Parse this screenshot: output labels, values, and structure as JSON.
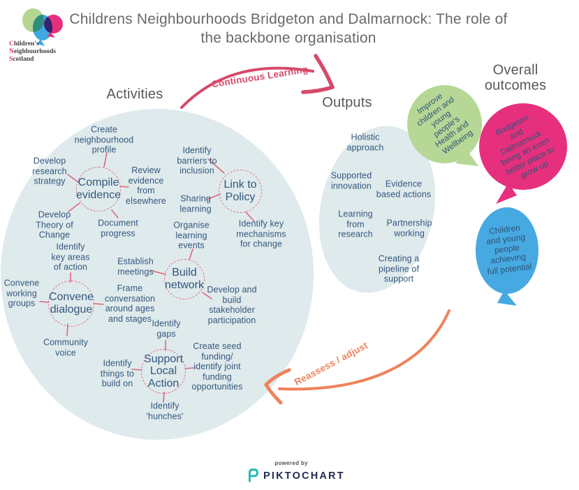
{
  "colors": {
    "zone_fill": "#dfeaec",
    "text_navy": "#33567e",
    "connector_pink": "#dd6580",
    "arrow_crimson": "#d7496a",
    "arrow_orange": "#f0825a",
    "heading_gray": "#57585c",
    "balloon_green": "#b6d795",
    "balloon_magenta": "#e6307e",
    "balloon_blue": "#47a9e1",
    "piktochart_teal": "#20b9b5",
    "piktochart_navy": "#232a50"
  },
  "logo": {
    "l1_first": "C",
    "l1_rest": "hildren's",
    "l2_first": "N",
    "l2_rest": "eighbourhoods",
    "l3_first": "S",
    "l3_rest": "cotland"
  },
  "title": "Childrens Neighbourhoods Bridgeton and Dalmarnock: The role of\nthe backbone organisation",
  "headings": {
    "activities": "Activities",
    "outputs": "Outputs",
    "overall_outcomes": "Overall\noutcomes"
  },
  "arrows": {
    "continuous_learning": "Continuous Learning",
    "reassess_adjust": "Reassess / adjust"
  },
  "activities": {
    "compile_evidence": {
      "hub": "Compile\nevidence",
      "create_profile": "Create\nneighbourhood\nprofile",
      "develop_research": "Develop\nresearch\nstrategy",
      "review_evidence": "Review\nevidence\nfrom\nelsewhere",
      "develop_theory": "Develop\nTheory of\nChange",
      "document_progress": "Document\nprogress"
    },
    "link_to_policy": {
      "hub": "Link to\nPolicy",
      "identify_barriers": "Identify\nbarriers to\ninclusion",
      "sharing_learning": "Sharing\nlearning",
      "identify_mechanisms": "Identify key\nmechanisms\nfor change"
    },
    "build_network": {
      "hub": "Build\nnetwork",
      "organise_events": "Organise\nlearning\nevents",
      "establish_meetings": "Establish\nmeetings",
      "develop_stakeholder": "Develop and\nbuild\nstakeholder\nparticipation"
    },
    "convene_dialogue": {
      "hub": "Convene\ndialogue",
      "identify_key_areas": "Identify\nkey areas\nof action",
      "convene_groups": "Convene\nworking\ngroups",
      "frame_conversation": "Frame\nconversation\naround ages\nand stages",
      "community_voice": "Community\nvoice"
    },
    "support_local_action": {
      "hub": "Support\nLocal\nAction",
      "identify_gaps": "Identify\ngaps",
      "identify_things": "Identify\nthings to\nbuild on",
      "create_seed": "Create seed\nfunding/\nidentify joint\nfunding\nopportunities",
      "identify_hunches": "Identify\n'hunches'"
    }
  },
  "outputs": {
    "holistic": "Holistic\napproach",
    "supported_innovation": "Supported\ninnovation",
    "evidence_actions": "Evidence\nbased actions",
    "learning_research": "Learning\nfrom\nresearch",
    "partnership": "Partnership\nworking",
    "pipeline": "Creating a\npipeline of\nsupport"
  },
  "outcomes": {
    "green_balloon": "Improve\nchildren and\nyoung\npeople's\nHealth and\nWellbeing",
    "pink_balloon": "Bridgeton\nand\nDalmarnock\nbeing an even\nbetter place to\ngrow up",
    "blue_balloon": "Children\nand young\npeople\nachieving\nfull potential"
  },
  "footer": {
    "powered_by": "powered by",
    "brand": "PIKTOCHART"
  }
}
